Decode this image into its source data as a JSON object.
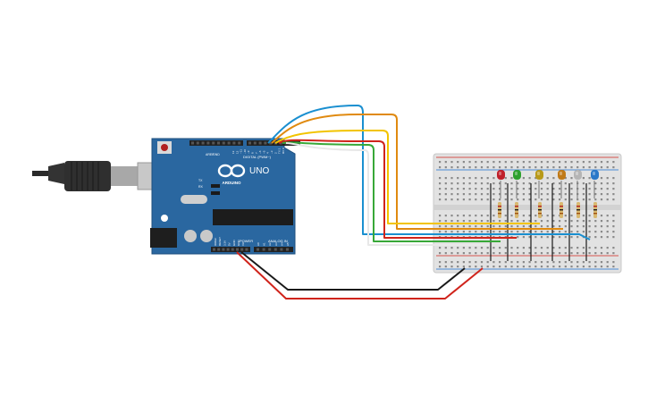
{
  "board": {
    "logo": "ARDUINO",
    "model": "UNO",
    "digital_label": "DIGITAL (PWM~)",
    "power_label": "POWER",
    "analog_label": "ANALOG IN",
    "tx_label": "TX",
    "rx_label": "RX",
    "aref_label": "AREF",
    "gnd_label": "GND",
    "digital_pins": [
      "13",
      "12",
      "~11",
      "~10",
      "~9",
      "8",
      "7",
      "~6",
      "~5",
      "4",
      "~3",
      "2",
      "TX 1",
      "RX 0"
    ],
    "power_pins": [
      "IOREF",
      "RESET",
      "3.3V",
      "5V",
      "GND",
      "GND",
      "Vin"
    ],
    "analog_pins": [
      "A0",
      "A1",
      "A2",
      "A3",
      "A4",
      "A5"
    ]
  },
  "leds": [
    {
      "name": "led-red",
      "color": "#c0202a"
    },
    {
      "name": "led-green",
      "color": "#2ea02e"
    },
    {
      "name": "led-yellow",
      "color": "#b89a1a"
    },
    {
      "name": "led-orange",
      "color": "#c07a18"
    },
    {
      "name": "led-white",
      "color": "#b5b5b5"
    },
    {
      "name": "led-blue",
      "color": "#2a78c8"
    }
  ],
  "wires": {
    "blue": "#1a8fd0",
    "orange": "#e08a10",
    "yellow": "#f2c400",
    "red": "#d0241c",
    "green": "#38a838",
    "white": "#e8e8e8",
    "black": "#1a1a1a"
  },
  "colors": {
    "board": "#2a67a0",
    "breadboard": "#e2e2e2",
    "usb_cable": "#2a2a2a"
  }
}
